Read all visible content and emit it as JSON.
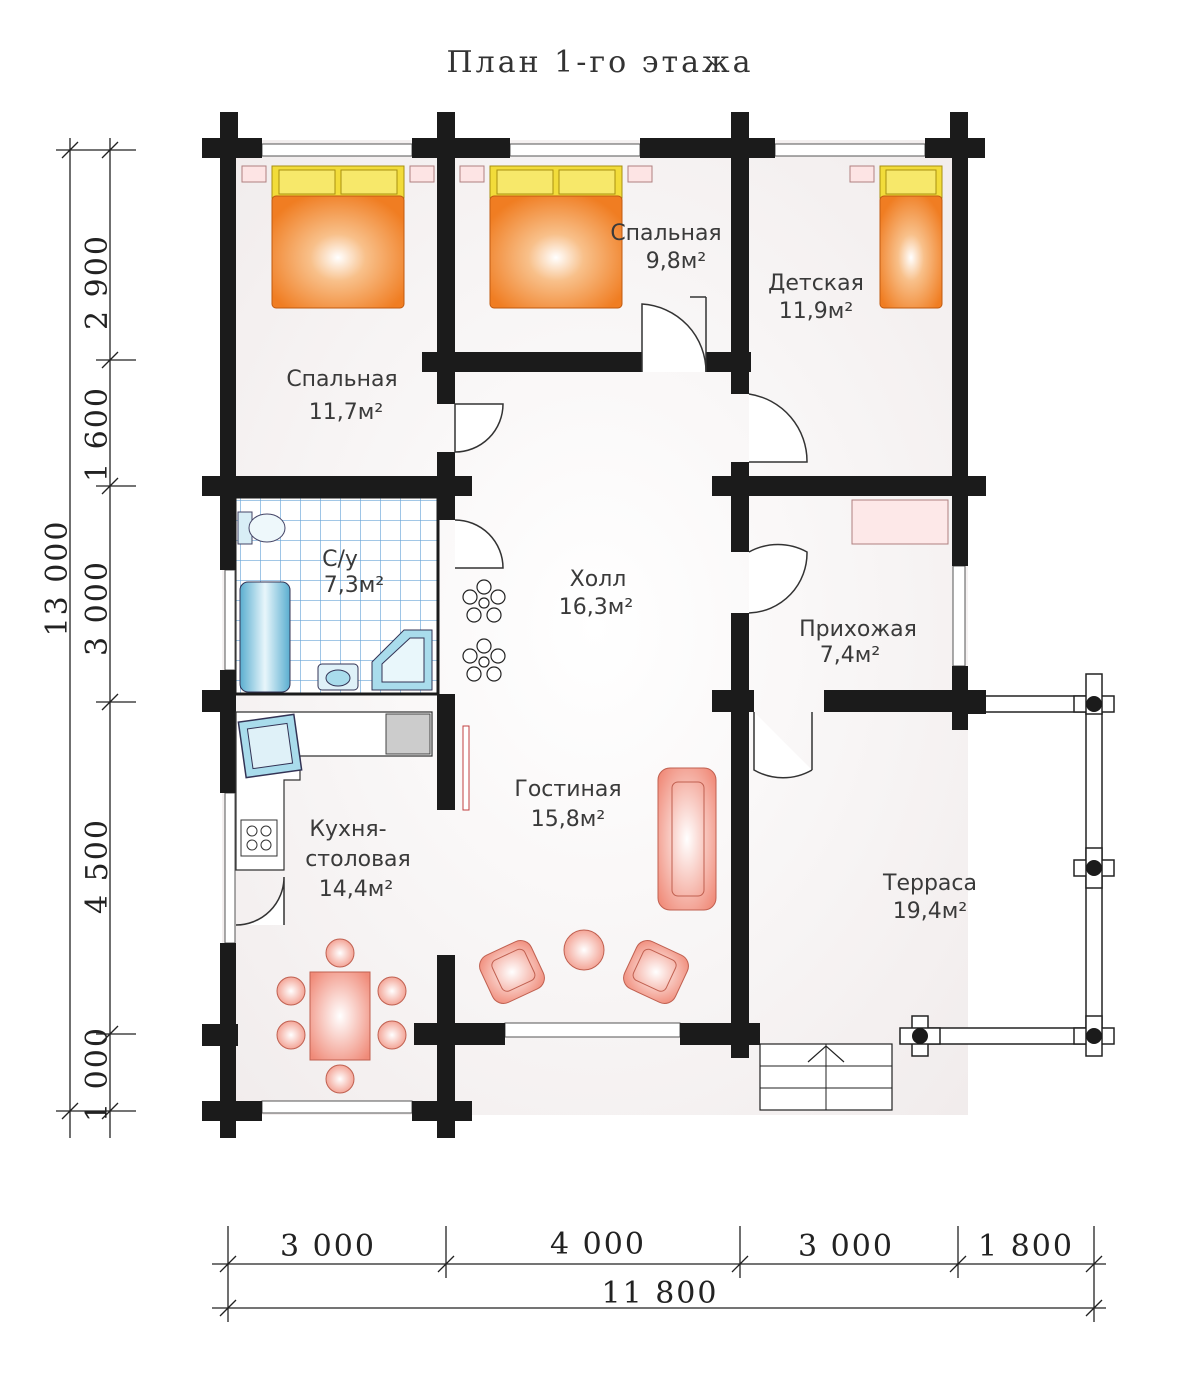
{
  "title": "План 1-го этажа",
  "rooms": {
    "bedroom_large": {
      "name": "Спальная",
      "area": "11,7м²"
    },
    "bedroom_small": {
      "name": "Спальная",
      "area": "9,8м²"
    },
    "children": {
      "name": "Детская",
      "area": "11,9м²"
    },
    "bathroom": {
      "name": "С/у",
      "area": "7,3м²"
    },
    "hall": {
      "name": "Холл",
      "area": "16,3м²"
    },
    "entrance": {
      "name": "Прихожая",
      "area": "7,4м²"
    },
    "living": {
      "name": "Гостиная",
      "area": "15,8м²"
    },
    "kitchen": {
      "name_line1": "Кухня-",
      "name_line2": "столовая",
      "area": "14,4м²"
    },
    "terrace": {
      "name": "Терраса",
      "area": "19,4м²"
    }
  },
  "dimensions": {
    "vertical": [
      "2 900",
      "1 600",
      "3 000",
      "4 500",
      "1 000"
    ],
    "vertical_total": "13 000",
    "horizontal": [
      "3 000",
      "4 000",
      "3 000",
      "1 800"
    ],
    "horizontal_total": "11 800"
  },
  "colors": {
    "wall": "#1b1b1b",
    "bed_orange": "#f08a30",
    "pillow_yellow": "#f2dc3a",
    "furniture_salmon": "#f08a78",
    "tile_blue": "#6aa6d8",
    "fixture_blue": "#9fd2e6"
  }
}
